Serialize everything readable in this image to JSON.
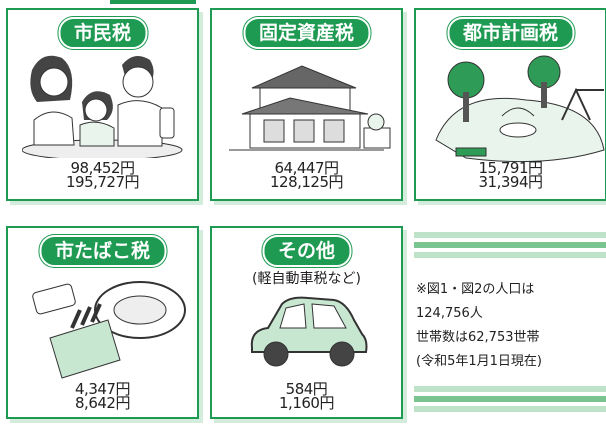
{
  "cards": [
    {
      "title": "市民税",
      "amount_per_person": "98,452円",
      "amount_per_household": "195,727円"
    },
    {
      "title": "固定資産税",
      "amount_per_person": "64,447円",
      "amount_per_household": "128,125円"
    },
    {
      "title": "都市計画税",
      "amount_per_person": "15,791円",
      "amount_per_household": "31,394円"
    },
    {
      "title": "市たばこ税",
      "amount_per_person": "4,347円",
      "amount_per_household": "8,642円"
    },
    {
      "title": "その他",
      "subtitle": "(軽自動車税など)",
      "amount_per_person": "584円",
      "amount_per_household": "1,160円"
    }
  ],
  "note": {
    "line1": "※図1・図2の人口は",
    "line2": "124,756人",
    "line3": "世帯数は62,753世帯",
    "line4": "(令和5年1月1日現在)"
  },
  "colors": {
    "accent": "#1e9a52",
    "accent_light": "#bfe3c9",
    "shadow": "#d3ecdb"
  }
}
